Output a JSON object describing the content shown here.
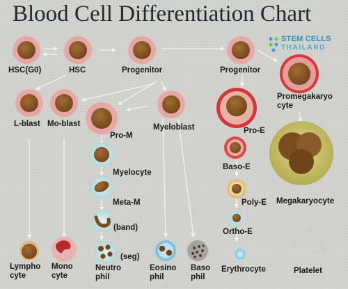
{
  "title": "Blood Cell Differentiation Chart",
  "logo": {
    "line1": "STEM CELLS",
    "line2": "THAILAND",
    "icon": "stem-cell-logo-icon"
  },
  "cells": {
    "hsc_g0": "HSC(G0)",
    "hsc": "HSC",
    "progenitor_myeloid": "Progenitor",
    "progenitor_erythroid": "Progenitor",
    "promegakaryocyte": "Promegakaryo\ncyte",
    "l_blast": "L-blast",
    "mo_blast": "Mo-blast",
    "pro_m": "Pro-M",
    "myeloblast": "Myeloblast",
    "pro_e": "Pro-E",
    "myelocyte": "Myelocyte",
    "baso_e": "Baso-E",
    "megakaryocyte": "Megakaryocyte",
    "meta_m": "Meta-M",
    "poly_e": "Poly-E",
    "band": "(band)",
    "ortho_e": "Ortho-E",
    "seg": "(seg)",
    "lymphocyte": "Lympho\ncyte",
    "monocyte": "Mono\ncyte",
    "neutrophil": "Neutro\nphil",
    "eosinophil": "Eosino\nphil",
    "basophil": "Baso\nphil",
    "erythrocyte": "Erythrocyte",
    "platelet": "Platelet"
  },
  "colors": {
    "cell_ring": "#e6a4a4",
    "nucleus": "#8a5a2a",
    "arrow": "#f2f2f2",
    "title": "#1f2a33",
    "logo_blue": "#2f8fbd"
  }
}
